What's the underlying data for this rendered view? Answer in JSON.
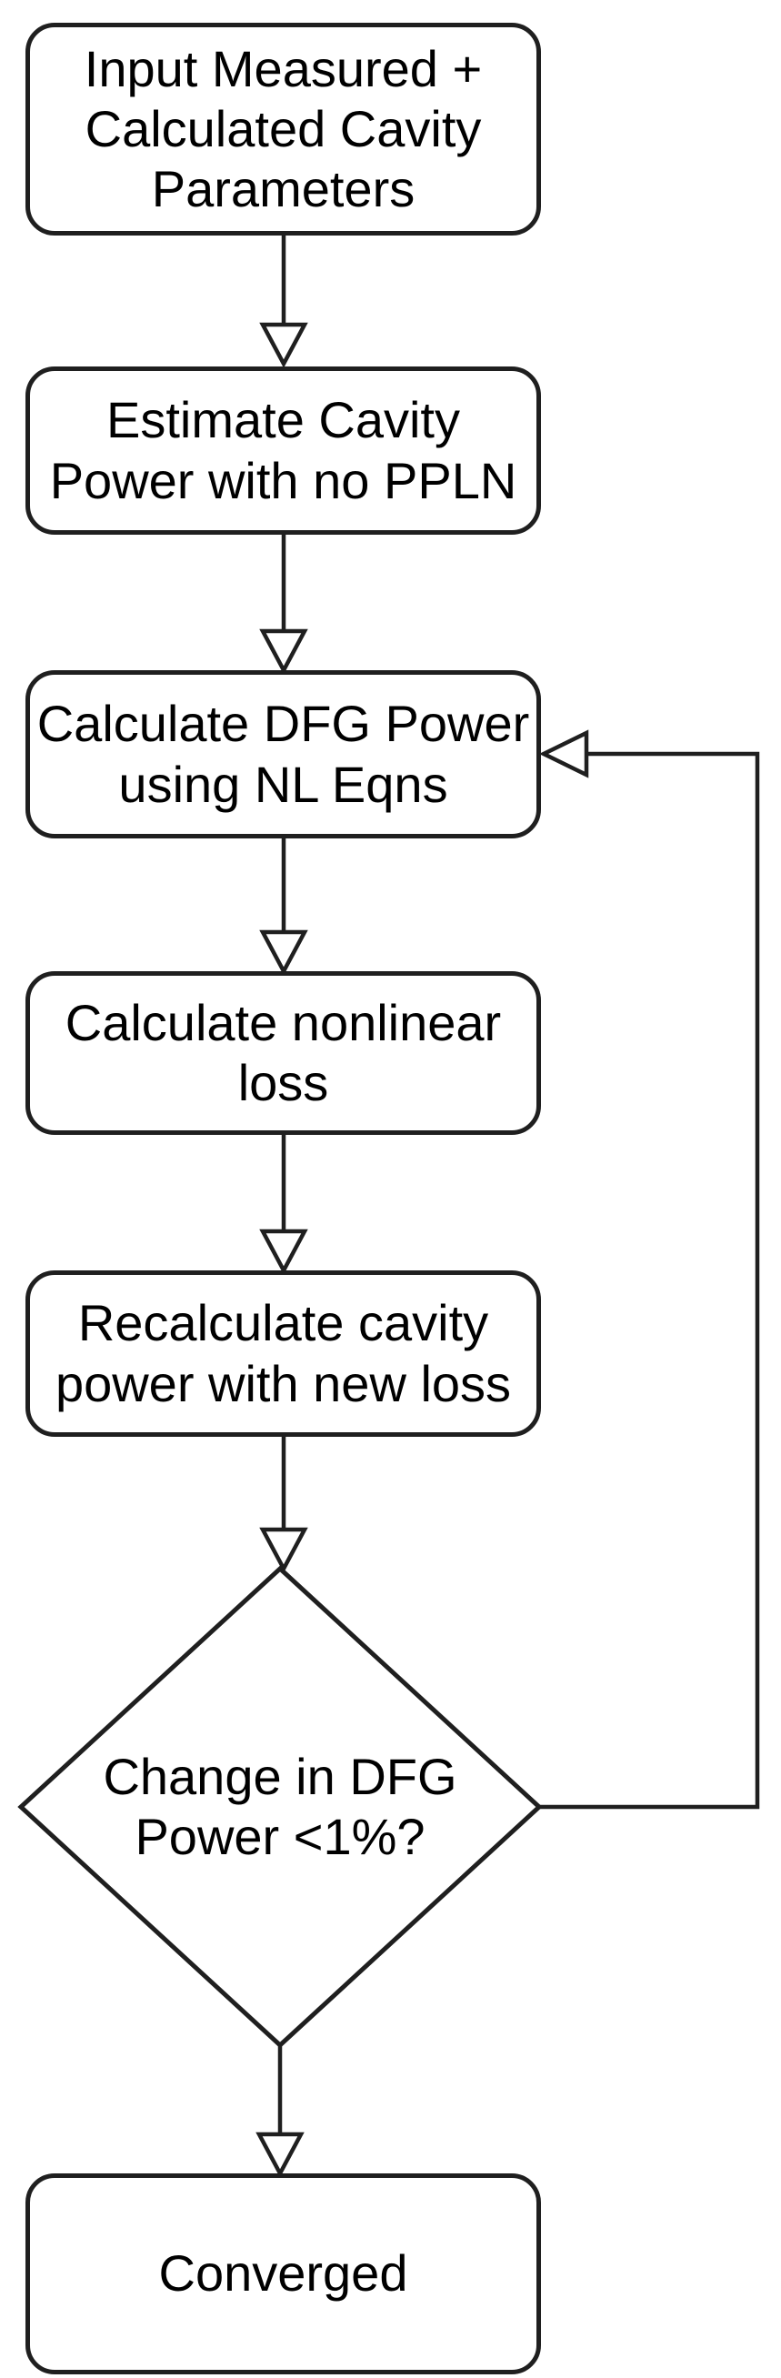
{
  "diagram": {
    "type": "flowchart",
    "colors": {
      "stroke": "#1f1f1f",
      "node_fill": "#ffffff",
      "text": "#000000",
      "background": "#ffffff"
    },
    "nodes": [
      {
        "id": "input-parameters",
        "shape": "process",
        "lines": [
          "Input Measured +",
          "Calculated Cavity",
          "Parameters"
        ]
      },
      {
        "id": "estimate-cavity-power",
        "shape": "process",
        "lines": [
          "Estimate Cavity",
          "Power with no PPLN"
        ]
      },
      {
        "id": "calculate-dfg-power",
        "shape": "process",
        "lines": [
          "Calculate DFG Power",
          "using NL Eqns"
        ]
      },
      {
        "id": "calculate-nonlinear-loss",
        "shape": "process",
        "lines": [
          "Calculate nonlinear",
          "loss"
        ]
      },
      {
        "id": "recalculate-cavity-power",
        "shape": "process",
        "lines": [
          "Recalculate cavity",
          "power with new loss"
        ]
      },
      {
        "id": "dfg-power-change-decision",
        "shape": "decision",
        "lines": [
          "Change in DFG",
          "Power <1%?"
        ]
      },
      {
        "id": "converged",
        "shape": "terminal",
        "lines": [
          "Converged"
        ]
      }
    ],
    "edges": [
      {
        "from": "input-parameters",
        "to": "estimate-cavity-power",
        "kind": "forward"
      },
      {
        "from": "estimate-cavity-power",
        "to": "calculate-dfg-power",
        "kind": "forward"
      },
      {
        "from": "calculate-dfg-power",
        "to": "calculate-nonlinear-loss",
        "kind": "forward"
      },
      {
        "from": "calculate-nonlinear-loss",
        "to": "recalculate-cavity-power",
        "kind": "forward"
      },
      {
        "from": "recalculate-cavity-power",
        "to": "dfg-power-change-decision",
        "kind": "forward"
      },
      {
        "from": "dfg-power-change-decision",
        "to": "converged",
        "kind": "forward"
      },
      {
        "from": "dfg-power-change-decision",
        "to": "calculate-dfg-power",
        "kind": "feedback"
      }
    ]
  }
}
